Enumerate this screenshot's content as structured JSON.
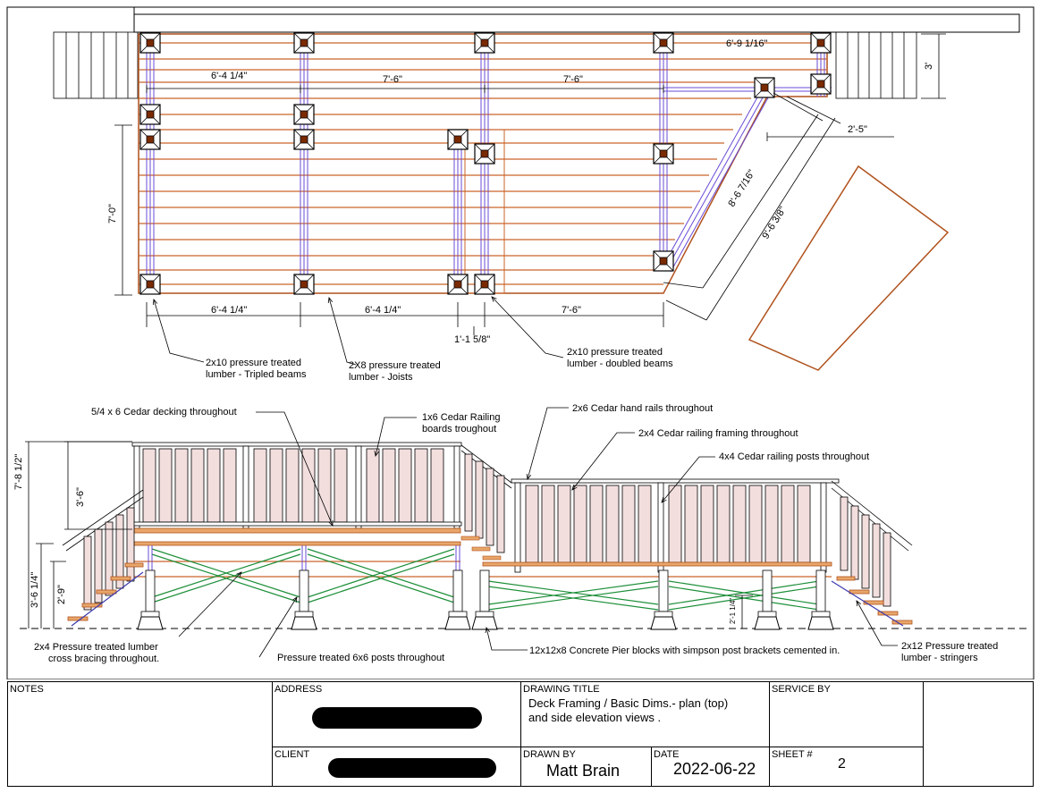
{
  "plan": {
    "dims": {
      "top_left": "6'-4 1/4\"",
      "top_mid": "7'-6\"",
      "top_right": "7'-6\"",
      "top_far": "6'-9 1/16\"",
      "right_vert": "3'",
      "angle_off": "2'-5\"",
      "left_vert": "7'-0\"",
      "bottom_1": "6'-4 1/4\"",
      "bottom_2": "6'-4 1/4\"",
      "bottom_3": "7'-6\"",
      "bottom_gap": "1'-1 5/8\"",
      "diag_inner": "8'-6 7/16\"",
      "diag_outer": "9'-6 3/8\""
    },
    "callouts": {
      "tripled": [
        "2x10 pressure treated",
        "lumber - Tripled beams"
      ],
      "joists": [
        "2X8 pressure treated",
        "lumber - Joists"
      ],
      "doubled": [
        "2x10 pressure treated",
        "lumber - doubled beams"
      ]
    }
  },
  "elevation": {
    "callouts": {
      "decking": "5/4 x 6 Cedar decking throughout",
      "railing_boards": [
        "1x6 Cedar Railing",
        "boards troughout"
      ],
      "hand_rails": "2x6 Cedar hand rails throughout",
      "railing_framing": "2x4 Cedar railing framing throughout",
      "railing_posts": "4x4 Cedar railing posts throughout",
      "cross_bracing": [
        "2x4 Pressure treated lumber",
        "cross bracing throughout."
      ],
      "posts": "Pressure treated 6x6 posts throughout",
      "piers": "12x12x8 Concrete Pier blocks with simpson post brackets cemented in.",
      "stringers": [
        "2x12 Pressure treated",
        "lumber - stringers"
      ]
    },
    "dims": {
      "total_h": "7'-8 1/2\"",
      "rail_h": "3'-6\"",
      "deck_h": "3'-6 1/4\"",
      "low_h": "2'-9\"",
      "small_h": "2'-1 1/4\""
    }
  },
  "title_block": {
    "notes_label": "NOTES",
    "address_label": "ADDRESS",
    "client_label": "CLIENT",
    "drawing_title_label": "DRAWING TITLE",
    "drawing_title": [
      "Deck Framing /  Basic Dims.- plan (top)",
      "and side elevation views ."
    ],
    "drawn_by_label": "DRAWN BY",
    "drawn_by": "Matt Brain",
    "date_label": "DATE",
    "date": "2022-06-22",
    "service_by_label": "SERVICE BY",
    "sheet_label": "SHEET #",
    "sheet": "2"
  }
}
